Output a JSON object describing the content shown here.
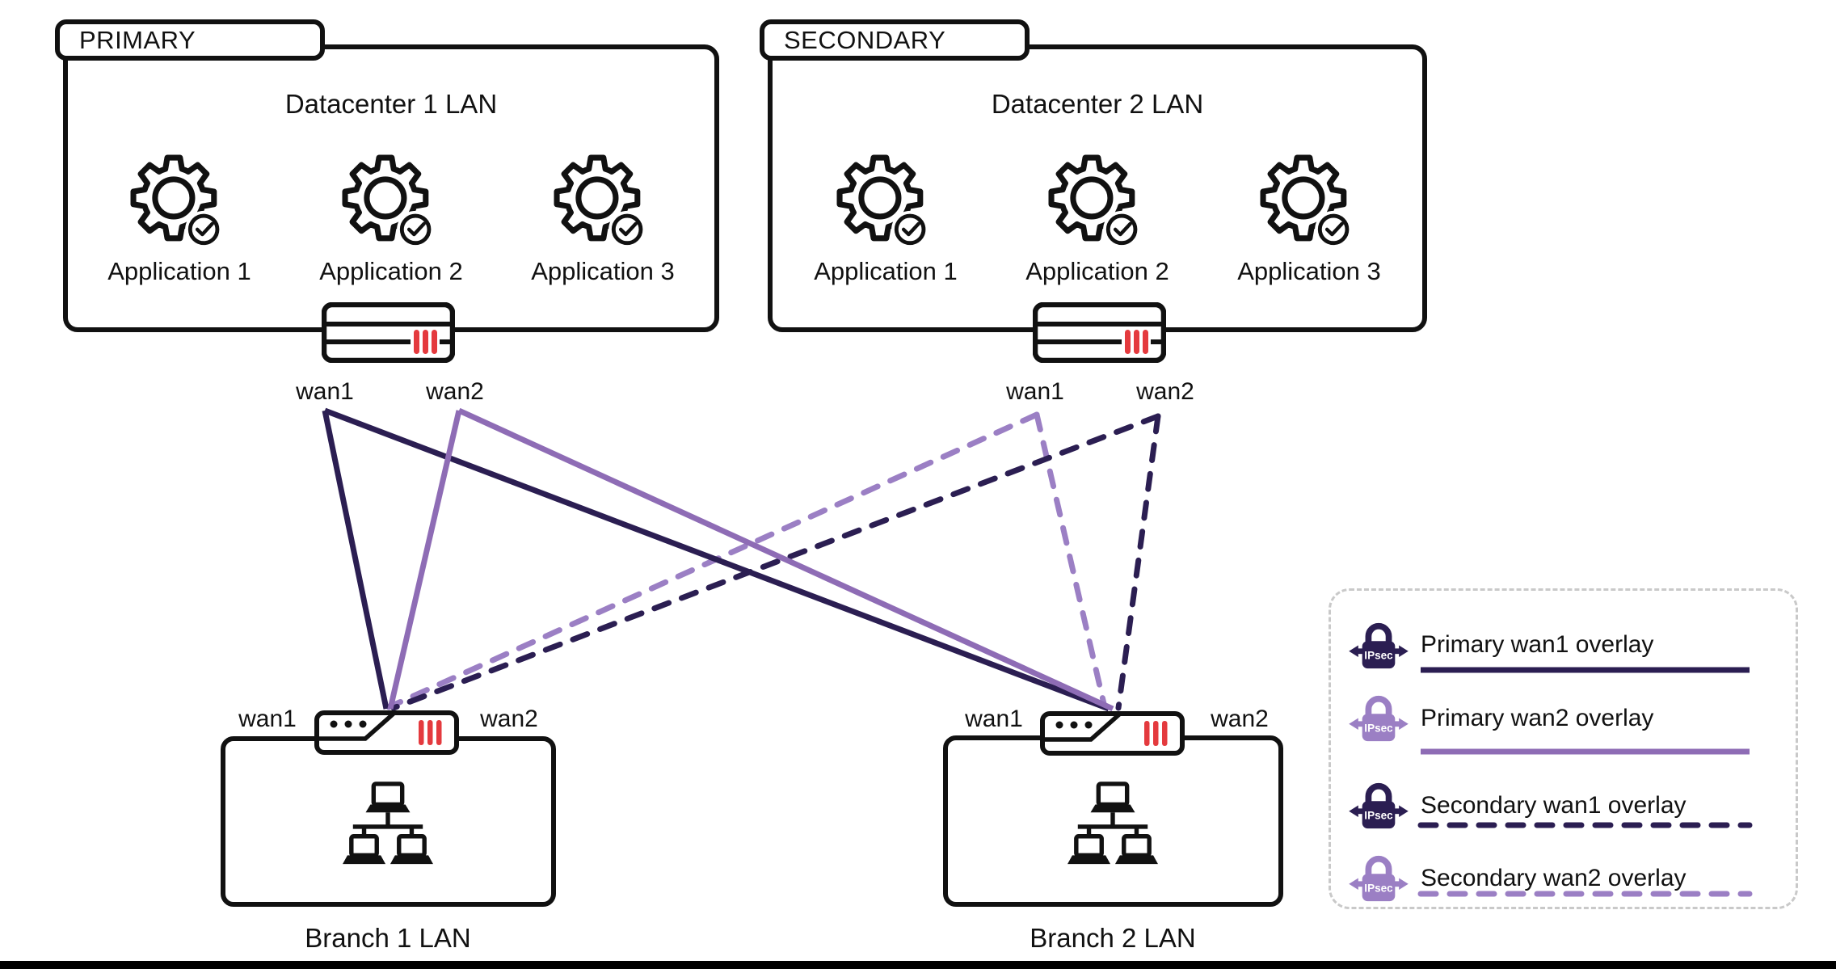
{
  "datacenters": [
    {
      "tag": "PRIMARY",
      "title": "Datacenter 1 LAN",
      "applications": [
        "Application 1",
        "Application 2",
        "Application 3"
      ],
      "wan1_label": "wan1",
      "wan2_label": "wan2"
    },
    {
      "tag": "SECONDARY",
      "title": "Datacenter 2 LAN",
      "applications": [
        "Application 1",
        "Application 2",
        "Application 3"
      ],
      "wan1_label": "wan1",
      "wan2_label": "wan2"
    }
  ],
  "branches": [
    {
      "title": "Branch 1 LAN",
      "wan1_label": "wan1",
      "wan2_label": "wan2"
    },
    {
      "title": "Branch 2 LAN",
      "wan1_label": "wan1",
      "wan2_label": "wan2"
    }
  ],
  "legend": {
    "items": [
      {
        "label": "Primary wan1 overlay",
        "line_style": "solid",
        "color": "#2b1e52"
      },
      {
        "label": "Primary wan2 overlay",
        "line_style": "solid",
        "color": "#8e6cb5"
      },
      {
        "label": "Secondary wan1 overlay",
        "line_style": "dashed",
        "color": "#2b1e52"
      },
      {
        "label": "Secondary wan2 overlay",
        "line_style": "dashed",
        "color": "#9b7fc4"
      }
    ],
    "lock_icon_text": "IPsec"
  },
  "colors": {
    "primary_navy": "#2b1e52",
    "primary_purple": "#8e6cb5",
    "lock_purple": "#9b7fc4",
    "port_red": "#e43a3e",
    "outline_black": "#111111",
    "legend_border": "#c9c9c9"
  }
}
